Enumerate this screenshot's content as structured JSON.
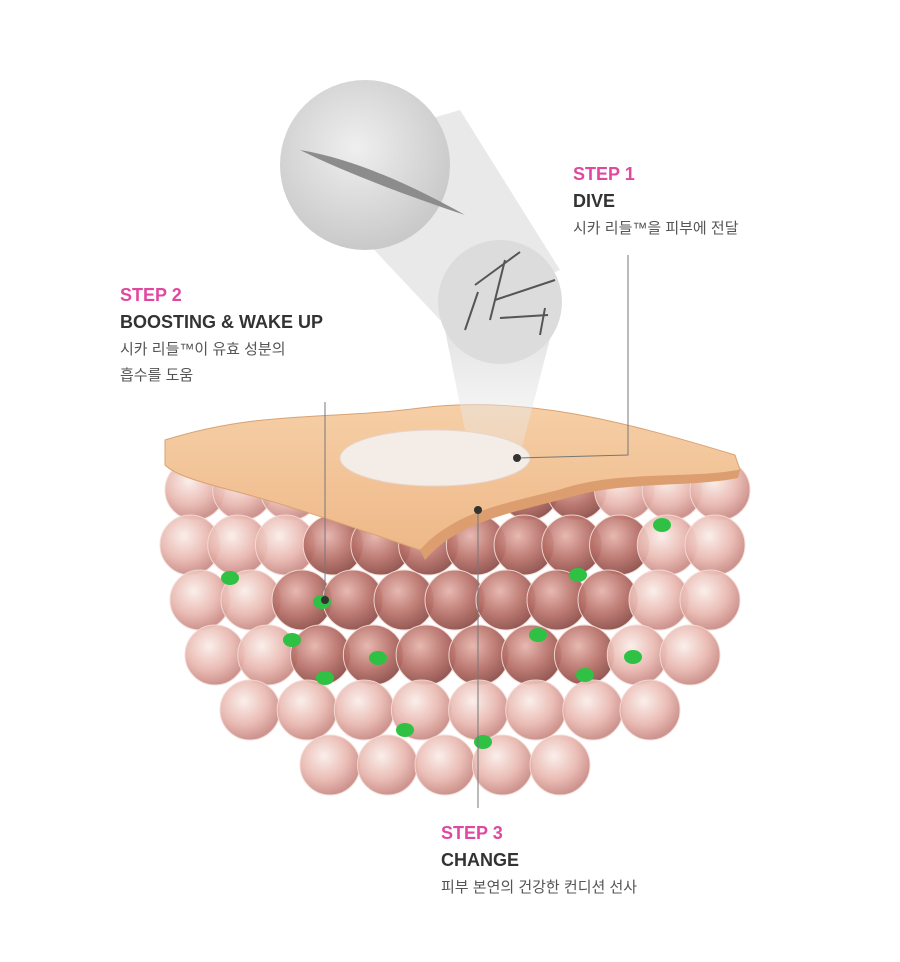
{
  "steps": [
    {
      "label": "STEP 1",
      "title": "DIVE",
      "desc": [
        "시카 리들™을 피부에 전달"
      ]
    },
    {
      "label": "STEP 2",
      "title": "BOOSTING & WAKE UP",
      "desc": [
        "시카 리들™이 유효 성분의",
        "흡수를 도움"
      ]
    },
    {
      "label": "STEP 3",
      "title": "CHANGE",
      "desc": [
        "피부 본연의 건강한 컨디션 선사"
      ]
    }
  ],
  "colors": {
    "accent": "#e0489f",
    "title": "#333333",
    "skin": "#f2c49a",
    "cell": "#e8b9b0",
    "green": "#2fc143"
  }
}
